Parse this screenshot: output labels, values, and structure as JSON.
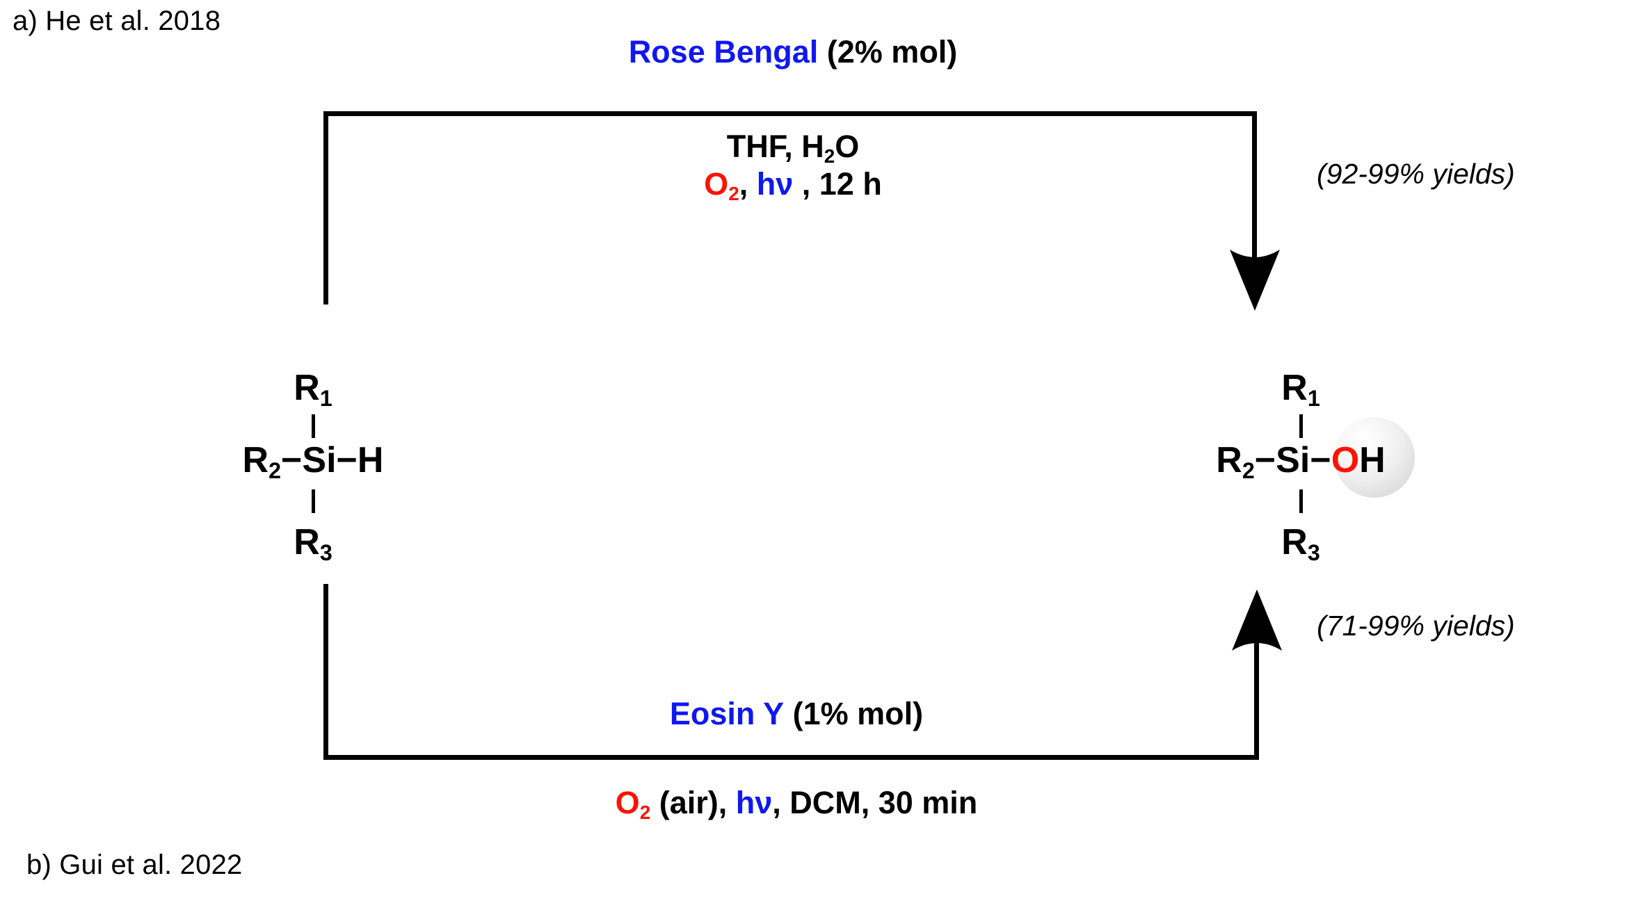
{
  "figure": {
    "type": "reaction-scheme",
    "description": "Photocatalytic Si-H oxidation to silanol, two literature conditions"
  },
  "panels": {
    "a_label": "a) He et al. 2018",
    "b_label": "b) Gui et al. 2022"
  },
  "substrate": {
    "top_substituent": "R",
    "top_index": "1",
    "left_substituent": "R",
    "left_index": "2",
    "bottom_substituent": "R",
    "bottom_index": "3",
    "center_atom": "Si",
    "right_group": "H",
    "bond_dash": "−"
  },
  "product": {
    "top_substituent": "R",
    "top_index": "1",
    "left_substituent": "R",
    "left_index": "2",
    "bottom_substituent": "R",
    "bottom_index": "3",
    "center_atom": "Si",
    "right_group_o": "O",
    "right_group_h": "H",
    "bond_dash": "−"
  },
  "reaction_top": {
    "catalyst_name": "Rose Bengal",
    "catalyst_loading": "(2% mol)",
    "solvent_line": "THF, H",
    "solvent_sub": "2",
    "solvent_tail": "O",
    "oxidant": "O",
    "oxidant_sub": "2",
    "oxidant_sep": ",",
    "light": "hν",
    "time": ", 12 h",
    "yield": "(92-99% yields)",
    "arrow_direction": "down"
  },
  "reaction_bottom": {
    "catalyst_name": "Eosin Y",
    "catalyst_loading": "(1% mol)",
    "oxidant": "O",
    "oxidant_sub": "2",
    "oxidant_air": " (air), ",
    "light": "hν",
    "conditions_tail": ", DCM, 30 min",
    "yield": "(71-99% yields)",
    "arrow_direction": "up"
  },
  "colors": {
    "blue": "#1018F0",
    "red": "#FC1300",
    "black": "#000000",
    "background": "#FFFFFF"
  },
  "icons": {
    "arrow_down": "arrow-down-icon",
    "arrow_up": "arrow-up-icon",
    "oh_highlight": "highlight-sphere-icon"
  }
}
